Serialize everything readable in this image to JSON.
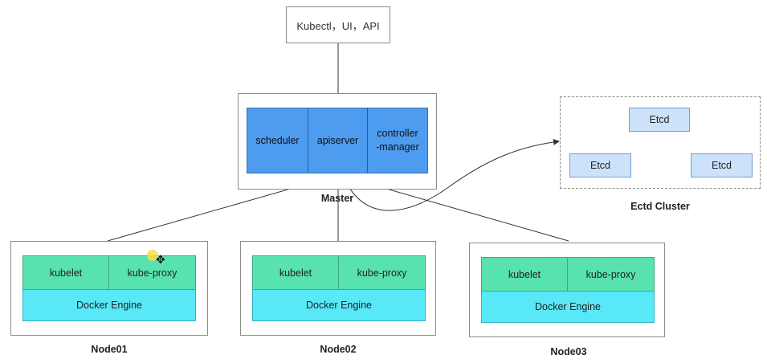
{
  "client": {
    "label": "Kubectl，UI，API"
  },
  "master": {
    "components": [
      "scheduler",
      "apiserver",
      "controller\n-manager"
    ],
    "caption": "Master"
  },
  "etcd": {
    "nodes": [
      "Etcd",
      "Etcd",
      "Etcd"
    ],
    "caption": "Ectd Cluster"
  },
  "nodes": [
    {
      "caption": "Node01",
      "kubelet": "kubelet",
      "proxy": "kube-proxy",
      "engine": "Docker Engine"
    },
    {
      "caption": "Node02",
      "kubelet": "kubelet",
      "proxy": "kube-proxy",
      "engine": "Docker Engine"
    },
    {
      "caption": "Node03",
      "kubelet": "kubelet",
      "proxy": "kube-proxy",
      "engine": "Docker Engine"
    }
  ],
  "colors": {
    "master_component": "#4d9cf0",
    "etcd_node": "#cce2fb",
    "node_component": "#58e2b0",
    "docker_engine": "#58e8f8"
  }
}
